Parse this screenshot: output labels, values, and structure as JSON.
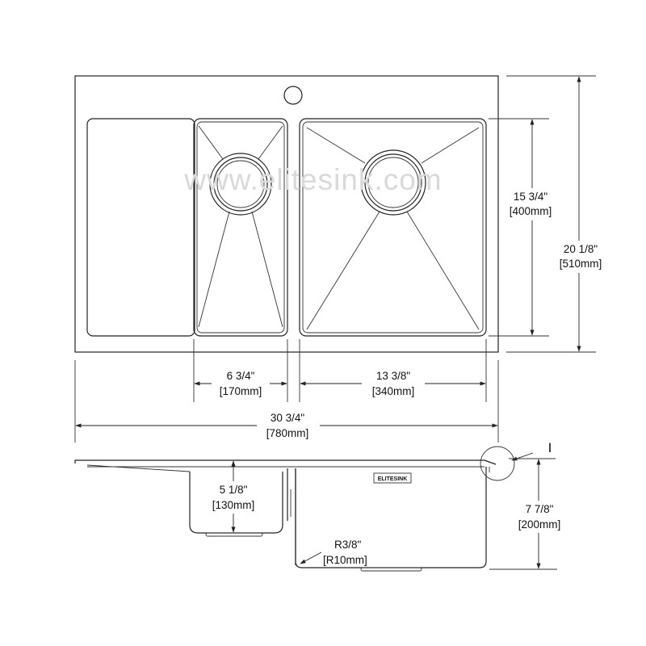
{
  "watermark": "www.elitesink.com",
  "brand_label": "ELITESINK",
  "dimensions": {
    "small_bowl_width": {
      "imperial": "6 3/4\"",
      "metric": "[170mm]"
    },
    "large_bowl_width": {
      "imperial": "13 3/8\"",
      "metric": "[340mm]"
    },
    "overall_width": {
      "imperial": "30 3/4\"",
      "metric": "[780mm]"
    },
    "bowl_depth_top": {
      "imperial": "15 3/4\"",
      "metric": "[400mm]"
    },
    "overall_depth": {
      "imperial": "20 1/8\"",
      "metric": "[510mm]"
    },
    "small_bowl_height": {
      "imperial": "5 1/8\"",
      "metric": "[130mm]"
    },
    "large_bowl_height": {
      "imperial": "7 7/8\"",
      "metric": "[200mm]"
    },
    "corner_radius": {
      "imperial": "R3/8\"",
      "metric": "[R10mm]"
    }
  },
  "detail_marker": "I"
}
